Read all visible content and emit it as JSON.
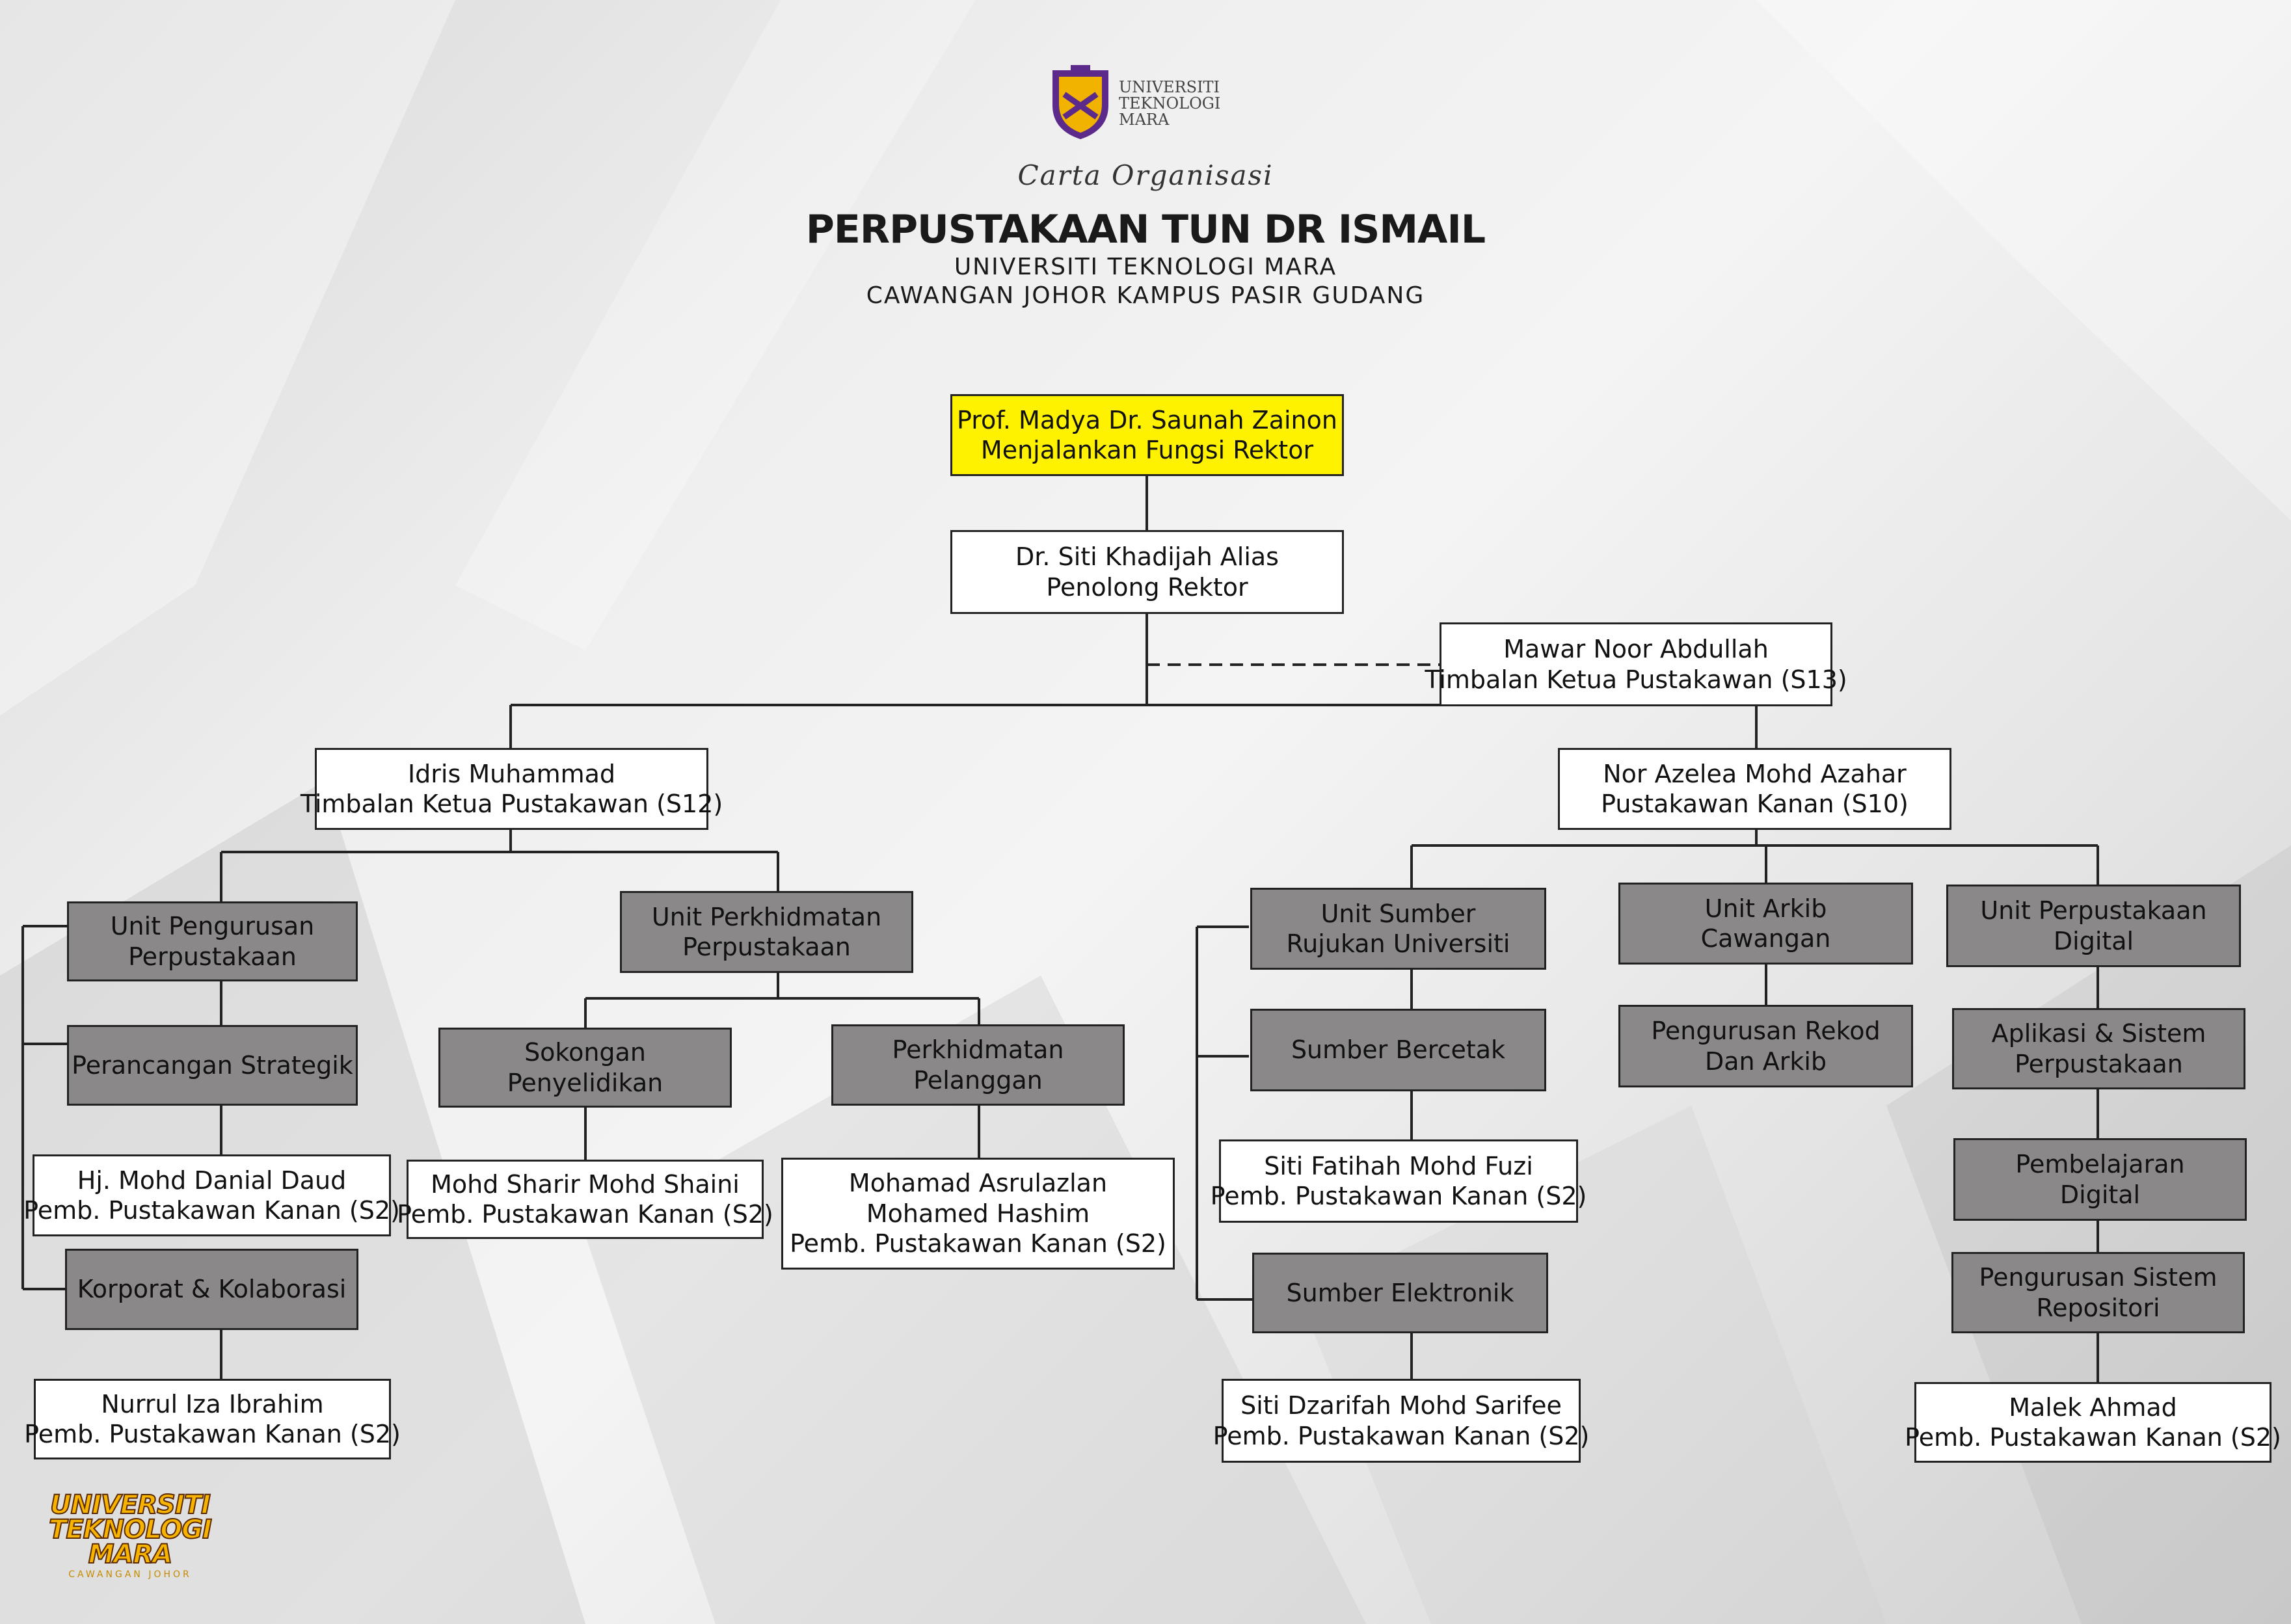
{
  "header": {
    "logo_lines": [
      "UNIVERSITI",
      "TEKNOLOGI",
      "MARA"
    ],
    "script_title": "Carta Organisasi",
    "title": "PERPUSTAKAAN TUN DR ISMAIL",
    "subtitle_1": "UNIVERSITI TEKNOLOGI MARA",
    "subtitle_2": "CAWANGAN JOHOR KAMPUS PASIR GUDANG"
  },
  "footer_logo": {
    "lines": [
      "UNIVERSITI",
      "TEKNOLOGI",
      "MARA"
    ],
    "sub": "CAWANGAN JOHOR"
  },
  "colors": {
    "highlight": "#fff200",
    "unit": "#8a8889",
    "person": "#ffffff",
    "line": "#222222"
  },
  "nodes": {
    "rektor": [
      "Prof. Madya Dr. Saunah Zainon",
      "Menjalankan Fungsi Rektor"
    ],
    "penolong": [
      "Dr. Siti Khadijah Alias",
      "Penolong Rektor"
    ],
    "mawar": [
      "Mawar Noor Abdullah",
      "Timbalan Ketua Pustakawan (S13)"
    ],
    "idris": [
      "Idris Muhammad",
      "Timbalan Ketua Pustakawan (S12)"
    ],
    "azelea": [
      "Nor Azelea Mohd Azahar",
      "Pustakawan Kanan (S10)"
    ],
    "u_pengurusan": [
      "Unit Pengurusan",
      "Perpustakaan"
    ],
    "u_perkhidmatan": [
      "Unit Perkhidmatan",
      "Perpustakaan"
    ],
    "perancangan": [
      "Perancangan Strategik"
    ],
    "danial": [
      "Hj. Mohd Danial Daud",
      "Pemb. Pustakawan Kanan (S2)"
    ],
    "korporat": [
      "Korporat & Kolaborasi"
    ],
    "nurrul": [
      "Nurrul Iza Ibrahim",
      "Pemb. Pustakawan Kanan (S2)"
    ],
    "sokongan": [
      "Sokongan",
      "Penyelidikan"
    ],
    "sharir": [
      "Mohd Sharir Mohd Shaini",
      "Pemb. Pustakawan Kanan (S2)"
    ],
    "pelanggan": [
      "Perkhidmatan",
      "Pelanggan"
    ],
    "asrulazlan": [
      "Mohamad Asrulazlan",
      "Mohamed Hashim",
      "Pemb. Pustakawan Kanan (S2)"
    ],
    "u_sumber": [
      "Unit Sumber",
      "Rujukan Universiti"
    ],
    "bercetak": [
      "Sumber Bercetak"
    ],
    "fatihah": [
      "Siti Fatihah Mohd Fuzi",
      "Pemb. Pustakawan Kanan (S2)"
    ],
    "elektronik": [
      "Sumber Elektronik"
    ],
    "dzarifah": [
      "Siti Dzarifah Mohd Sarifee",
      "Pemb. Pustakawan Kanan (S2)"
    ],
    "u_arkib": [
      "Unit Arkib",
      "Cawangan"
    ],
    "rekod": [
      "Pengurusan Rekod",
      "Dan Arkib"
    ],
    "u_digital": [
      "Unit Perpustakaan",
      "Digital"
    ],
    "aplikasi": [
      "Aplikasi & Sistem",
      "Perpustakaan"
    ],
    "pembelajaran": [
      "Pembelajaran",
      "Digital"
    ],
    "repositori": [
      "Pengurusan Sistem",
      "Repositori"
    ],
    "malek": [
      "Malek Ahmad",
      "Pemb. Pustakawan Kanan (S2)"
    ]
  }
}
